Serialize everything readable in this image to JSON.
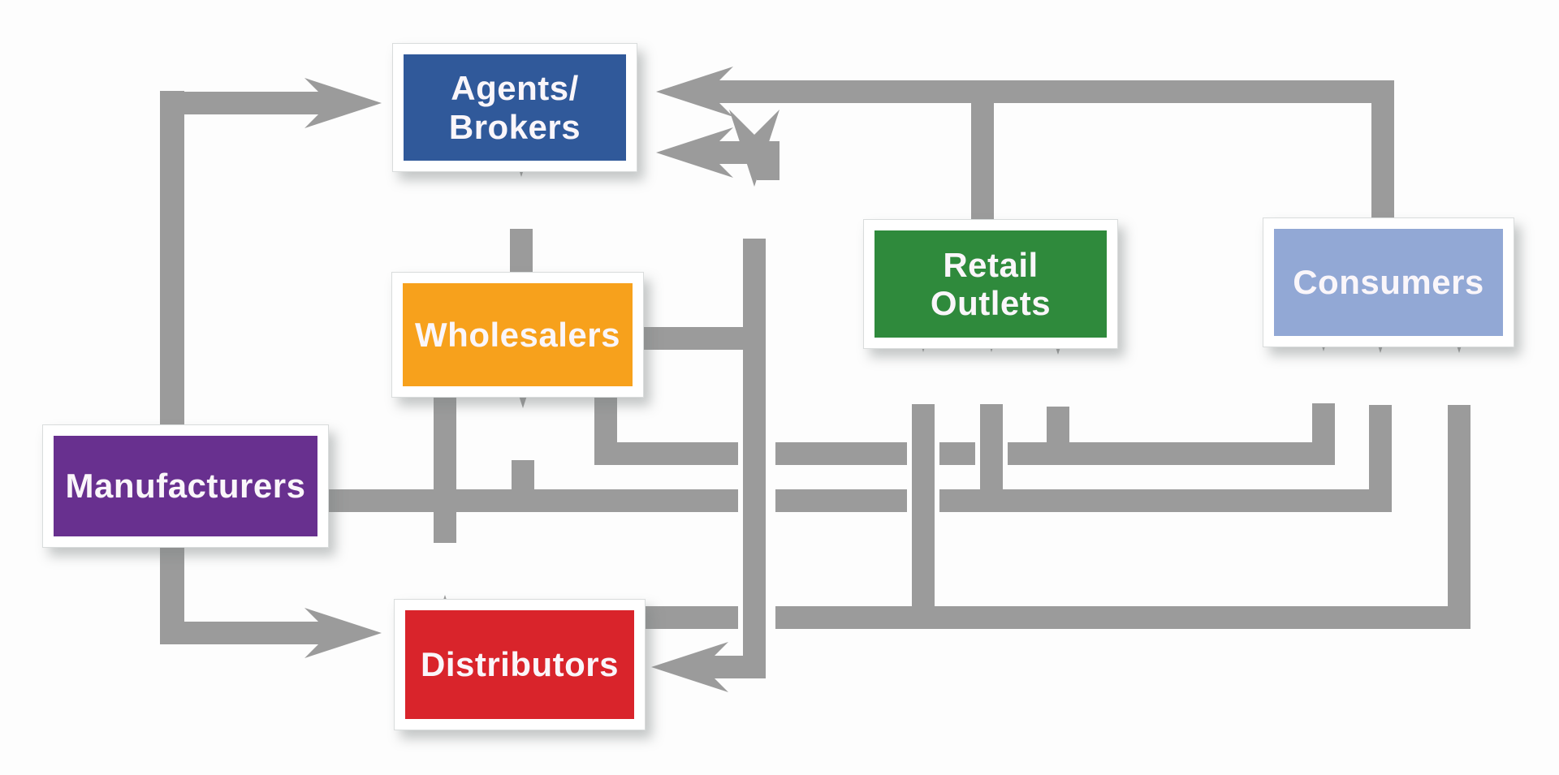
{
  "figure": {
    "description": "Channels of distribution flow diagram"
  },
  "nodes": [
    {
      "id": "agents-brokers",
      "label": "Agents/\nBrokers",
      "color": "#30599a"
    },
    {
      "id": "wholesalers",
      "label": "Wholesalers",
      "color": "#f7a11c"
    },
    {
      "id": "manufacturers",
      "label": "Manufacturers",
      "color": "#68308f"
    },
    {
      "id": "distributors",
      "label": "Distributors",
      "color": "#d9242b"
    },
    {
      "id": "retail-outlets",
      "label": "Retail\nOutlets",
      "color": "#2f8a3c"
    },
    {
      "id": "consumers",
      "label": "Consumers",
      "color": "#92a8d5"
    }
  ],
  "connector_color": "#9b9b9b",
  "connections": [
    {
      "from": "Manufacturers",
      "to": "Agents/Brokers"
    },
    {
      "from": "Manufacturers",
      "to": "Wholesalers"
    },
    {
      "from": "Manufacturers",
      "to": "Distributors"
    },
    {
      "from": "Manufacturers",
      "to": "Retail Outlets"
    },
    {
      "from": "Manufacturers",
      "to": "Consumers"
    },
    {
      "from": "Wholesalers",
      "to": "Agents/Brokers"
    },
    {
      "from": "Wholesalers",
      "to": "Distributors"
    },
    {
      "from": "Wholesalers",
      "to": "Retail Outlets"
    },
    {
      "from": "Wholesalers",
      "to": "Consumers"
    },
    {
      "from": "Distributors",
      "to": "Agents/Brokers"
    },
    {
      "from": "Distributors",
      "to": "Retail Outlets"
    },
    {
      "from": "Distributors",
      "to": "Consumers"
    },
    {
      "from": "Retail Outlets",
      "to": "Agents/Brokers"
    },
    {
      "from": "Consumers",
      "to": "Agents/Brokers"
    }
  ]
}
